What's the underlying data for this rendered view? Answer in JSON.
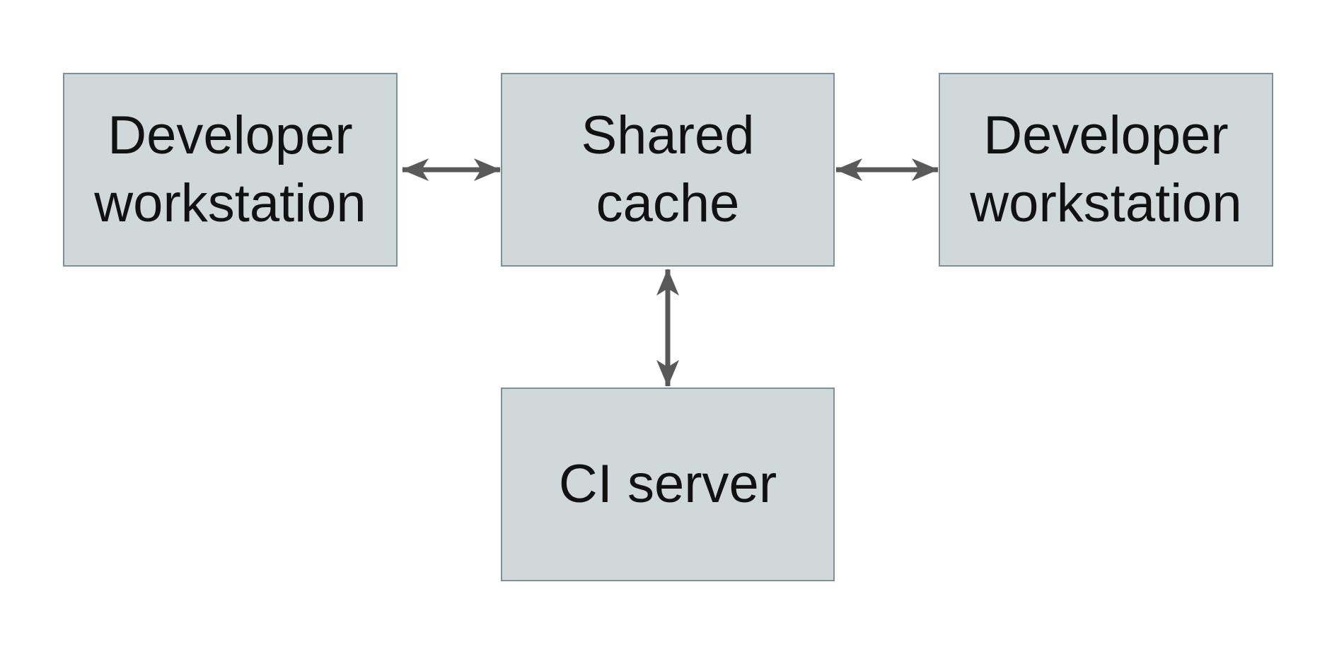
{
  "diagram": {
    "type": "architecture-diagram",
    "nodes": [
      {
        "id": "developer-workstation-left",
        "label": "Developer\nworkstation"
      },
      {
        "id": "shared-cache",
        "label": "Shared\ncache"
      },
      {
        "id": "developer-workstation-right",
        "label": "Developer\nworkstation"
      },
      {
        "id": "ci-server",
        "label": "CI server"
      }
    ],
    "connections": [
      {
        "from": "developer-workstation-left",
        "to": "shared-cache",
        "type": "bidirectional"
      },
      {
        "from": "shared-cache",
        "to": "developer-workstation-right",
        "type": "bidirectional"
      },
      {
        "from": "shared-cache",
        "to": "ci-server",
        "type": "bidirectional"
      }
    ],
    "colors": {
      "node_fill": "#d0d8da",
      "node_border": "#7d919c",
      "arrow": "#595959",
      "text": "#111111",
      "background": "#ffffff"
    }
  }
}
